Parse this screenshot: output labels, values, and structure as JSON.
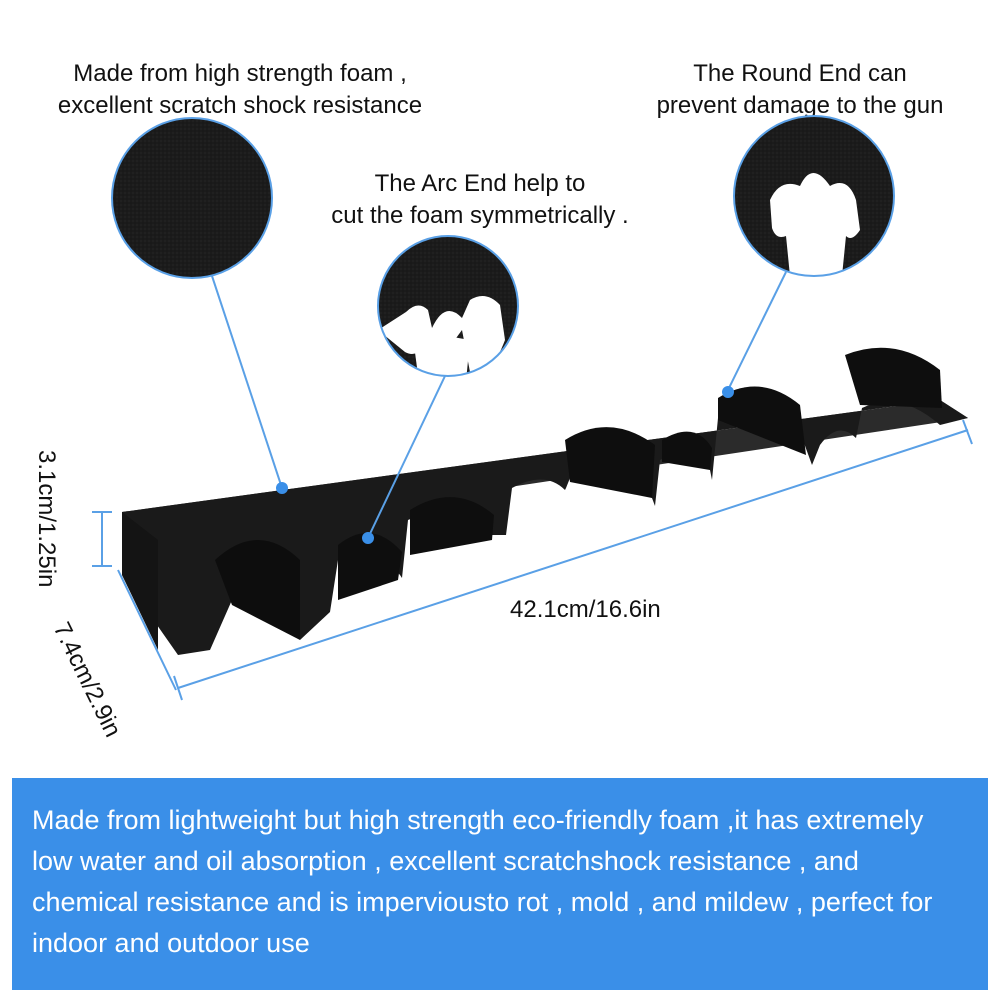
{
  "callouts": {
    "left": {
      "line1": "Made from high strength foam ,",
      "line2": "excellent scratch shock resistance"
    },
    "middle": {
      "line1": "The Arc End help to",
      "line2": "cut the foam symmetrically ."
    },
    "right": {
      "line1": "The Round End can",
      "line2": "prevent damage to the gun"
    }
  },
  "dimensions": {
    "length": "42.1cm/16.6in",
    "height": "3.1cm/1.25in",
    "depth": "7.4cm/2.9in"
  },
  "banner": {
    "text": "Made from lightweight but high strength eco-friendly foam ,it has extremely low water and oil absorption , excellent scratchshock resistance , and chemical resistance and is imperviousto rot , mold , and mildew , perfect for indoor and outdoor use"
  },
  "colors": {
    "accent": "#3a8fe8",
    "foam": "#1a1a1a",
    "line": "#5aa0e6"
  }
}
